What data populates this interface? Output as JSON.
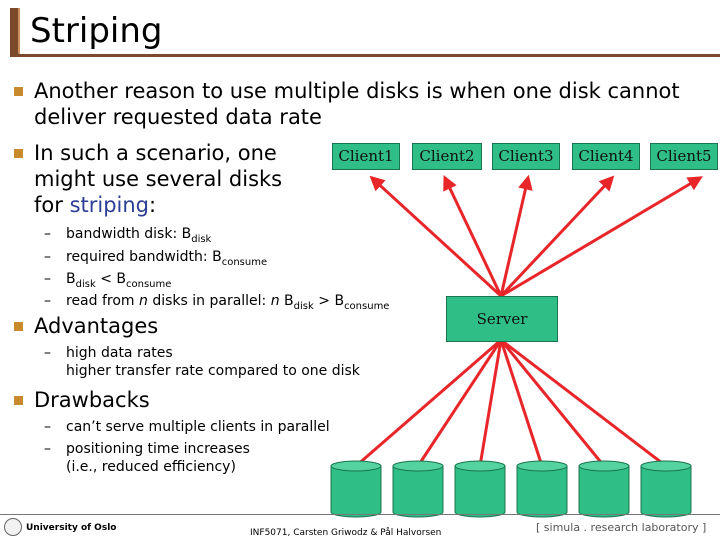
{
  "header": {
    "title": "Striping"
  },
  "bullets": {
    "b1_line1": "Another reason to use multiple disks is when one disk cannot",
    "b1_line2": "deliver requested data rate",
    "b2_line1": "In such a scenario, one",
    "b2_line2": "might use several disks",
    "b2_line3_pre": "for ",
    "b2_line3_accent": "striping",
    "b2_line3_post": ":"
  },
  "sub_bullets": {
    "s1_text": "bandwidth disk: B",
    "s1_sub": "disk",
    "s2_text": "required bandwidth: B",
    "s2_sub": "consume",
    "s3_a": "B",
    "s3_sub1": "disk",
    "s3_b": " < B",
    "s3_sub2": "consume",
    "s4_a": "read from ",
    "s4_n1": "n",
    "s4_b": " disks in parallel: ",
    "s4_n2": "n",
    "s4_c": " B",
    "s4_sub1": "disk",
    "s4_d": " > B",
    "s4_sub2": "consume"
  },
  "advantages": {
    "heading": "Advantages",
    "item1_line1": "high data rates",
    "item1_line2": "higher transfer rate compared to one disk"
  },
  "drawbacks": {
    "heading": "Drawbacks",
    "item1": "can’t serve multiple clients in parallel",
    "item2_line1": "positioning time increases",
    "item2_line2": "(i.e., reduced efficiency)"
  },
  "diagram": {
    "clients": [
      "Client1",
      "Client2",
      "Client3",
      "Client4",
      "Client5"
    ],
    "server": "Server",
    "disk_count": 6,
    "colors": {
      "box_fill": "#2fbf86",
      "line": "#e8262a",
      "accent": "#2c3e96",
      "bullet": "#c98a2e"
    }
  },
  "footer": {
    "university": "University of Oslo",
    "course": "INF5071, Carsten Griwodz & Pål Halvorsen",
    "lab": "[ simula . research laboratory ]"
  }
}
